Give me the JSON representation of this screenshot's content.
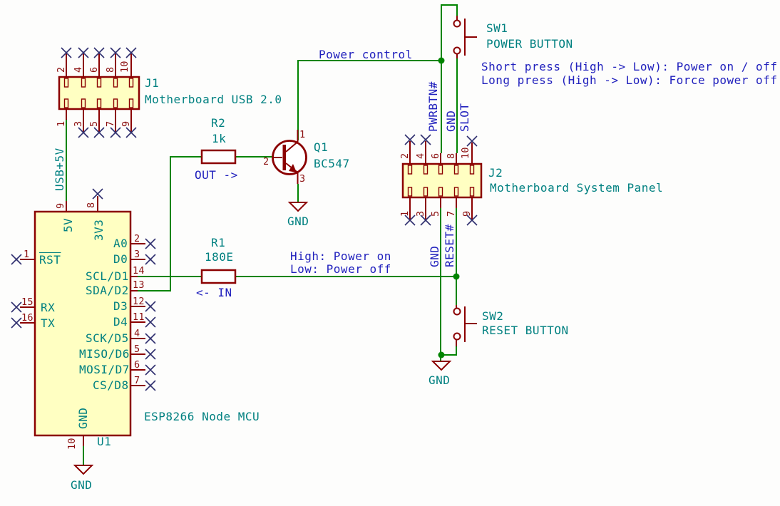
{
  "title": "ESP8266 motherboard power control schematic",
  "colors": {
    "background": "#FDFDFC",
    "wire": "#008400",
    "junction": "#008400",
    "component_outline": "#8B0000",
    "component_fill": "#FFFFC2",
    "reference_text": "#008080",
    "pin_number_text": "#8B0F0F",
    "net_label_text": "#2121BD",
    "no_connect_mark": "#2F2F6E"
  },
  "components": {
    "j1": {
      "ref": "J1",
      "value": "Motherboard USB 2.0",
      "pins_top": [
        "2",
        "4",
        "6",
        "8",
        "10"
      ],
      "pins_bottom": [
        "1",
        "3",
        "5",
        "7",
        "9"
      ]
    },
    "u1": {
      "ref": "U1",
      "value": "ESP8266 Node MCU",
      "pin_top_nums": [
        "9",
        "8"
      ],
      "pin_top_names": [
        "5V",
        "3V3"
      ],
      "left": [
        {
          "num": "1",
          "name": "RST"
        },
        {
          "num": "15",
          "name": "RX"
        },
        {
          "num": "16",
          "name": "TX"
        }
      ],
      "right": [
        {
          "num": "2",
          "name": "A0"
        },
        {
          "num": "3",
          "name": "D0"
        },
        {
          "num": "14",
          "name": "SCL/D1"
        },
        {
          "num": "13",
          "name": "SDA/D2"
        },
        {
          "num": "12",
          "name": "D3"
        },
        {
          "num": "11",
          "name": "D4"
        },
        {
          "num": "4",
          "name": "SCK/D5"
        },
        {
          "num": "5",
          "name": "MISO/D6"
        },
        {
          "num": "6",
          "name": "MOSI/D7"
        },
        {
          "num": "7",
          "name": "CS/D8"
        }
      ],
      "bottom": {
        "num": "10",
        "name": "GND"
      }
    },
    "r2": {
      "ref": "R2",
      "value": "1k"
    },
    "r1": {
      "ref": "R1",
      "value": "180E"
    },
    "q1": {
      "ref": "Q1",
      "value": "BC547",
      "pin_collector": "1",
      "pin_base": "2",
      "pin_emitter": "3"
    },
    "sw1": {
      "ref": "SW1",
      "value": "POWER BUTTON"
    },
    "sw2": {
      "ref": "SW2",
      "value": "RESET BUTTON"
    },
    "j2": {
      "ref": "J2",
      "value": "Motherboard System Panel",
      "pins_top": [
        "2",
        "4",
        "6",
        "8",
        "10"
      ],
      "pins_bottom": [
        "1",
        "3",
        "5",
        "7",
        "9"
      ]
    }
  },
  "nets": {
    "usb5v": "USB+5V",
    "power_control": "Power control",
    "pwrbtn": "PWRBTN#",
    "gnd_pin8": "GND",
    "slot": "SLOT",
    "gnd_pin5": "GND",
    "reset": "RESET#",
    "gnd": "GND"
  },
  "annotations": {
    "out": "OUT ->",
    "in": "<- IN",
    "high": "High: Power on",
    "low": "Low: Power off",
    "short_press": "Short press (High -> Low): Power on / off",
    "long_press": "Long press (High -> Low): Force power off"
  }
}
